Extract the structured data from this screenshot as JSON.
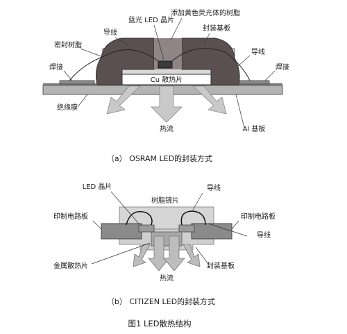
{
  "diagram_a": {
    "labels": {
      "blue_led_chip": "蓝光 LED 晶片",
      "phosphor_resin": "添加黄色荧光体的树脂",
      "wire_top": "导线",
      "package_substrate": "封装基板",
      "sealing_resin": "密封树脂",
      "wire_right": "导线",
      "solder_left": "焊接",
      "solder_right": "焊接",
      "cu_heatsink": "Cu 散热片",
      "insulating_film": "绝缘膜",
      "heat_flow": "热流",
      "al_substrate": "Al 基板"
    },
    "caption": "（a） OSRAM LED的封装方式"
  },
  "diagram_b": {
    "labels": {
      "led_chip": "LED 晶片",
      "resin_lens": "树脂镜片",
      "wire_top": "导线",
      "pcb_left": "印制电路板",
      "pcb_right": "印制电路板",
      "wire_right": "导线",
      "metal_heatsink": "金属散热片",
      "heat_flow": "热流",
      "package_substrate": "封装基板"
    },
    "caption": "（b） CITIZEN LED的封装方式"
  },
  "figure_title": "图1 LED散热结构"
}
